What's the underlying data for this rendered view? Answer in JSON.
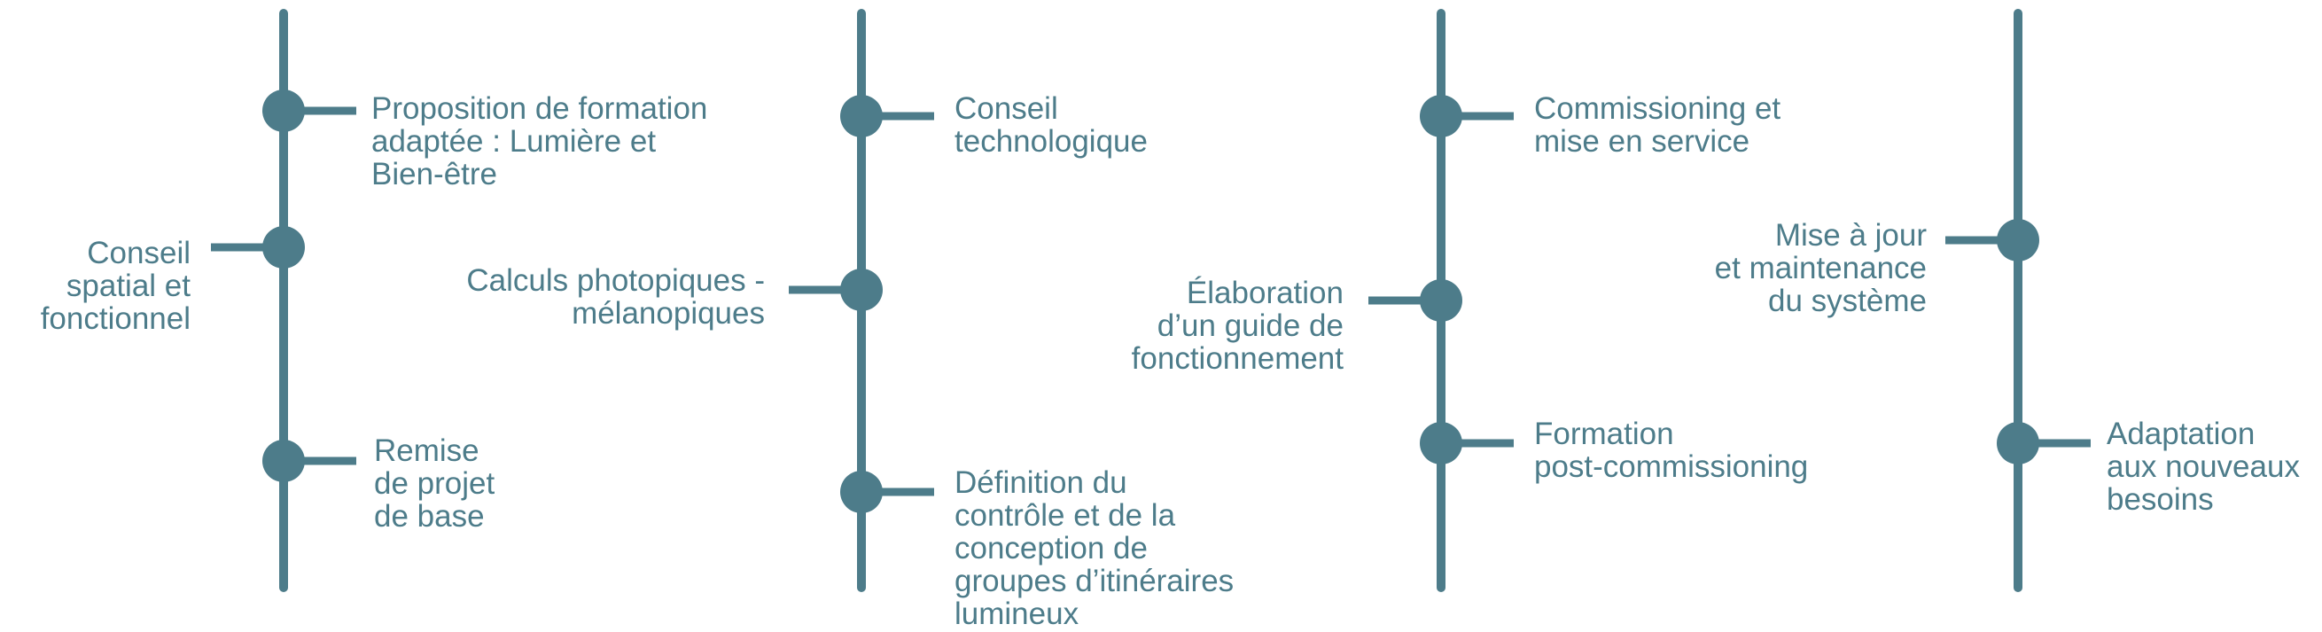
{
  "colors": {
    "timeline": "#4d7c8a",
    "text": "#4d7c8a",
    "background": "#ffffff"
  },
  "columns": [
    {
      "milestones": [
        {
          "label": "Proposition de formation\nadaptée : Lumière et\nBien-être",
          "side": "right"
        },
        {
          "label": "Conseil\nspatial et\nfonctionnel",
          "side": "left"
        },
        {
          "label": "Remise\nde projet\nde base",
          "side": "right"
        }
      ]
    },
    {
      "milestones": [
        {
          "label": "Conseil\ntechnologique",
          "side": "right"
        },
        {
          "label": "Calculs photopiques -\nmélanopiques",
          "side": "left"
        },
        {
          "label": "Définition du\ncontrôle et de la\nconception de\ngroupes d’itinéraires\nlumineux",
          "side": "right"
        }
      ]
    },
    {
      "milestones": [
        {
          "label": "Commissioning et\nmise en service",
          "side": "right"
        },
        {
          "label": "Élaboration\nd’un guide de\nfonctionnement",
          "side": "left"
        },
        {
          "label": "Formation\npost-commissioning",
          "side": "right"
        }
      ]
    },
    {
      "milestones": [
        {
          "label": "Mise à jour\net maintenance\ndu système",
          "side": "left"
        },
        {
          "label": "Adaptation\naux nouveaux\nbesoins",
          "side": "right"
        }
      ]
    }
  ]
}
